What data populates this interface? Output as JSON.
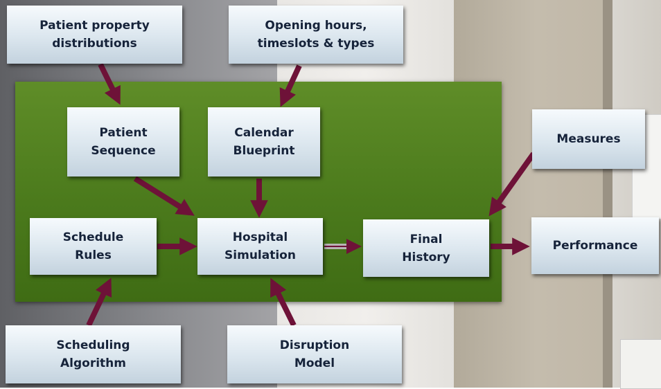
{
  "nodes": {
    "patient_property_distributions": "Patient property\ndistributions",
    "opening_hours": "Opening hours,\ntimeslots & types",
    "patient_sequence": "Patient\nSequence",
    "calendar_blueprint": "Calendar\nBlueprint",
    "measures": "Measures",
    "schedule_rules": "Schedule\nRules",
    "hospital_simulation": "Hospital\nSimulation",
    "final_history": "Final\nHistory",
    "performance": "Performance",
    "scheduling_algorithm": "Scheduling\nAlgorithm",
    "disruption_model": "Disruption\nModel"
  },
  "colors": {
    "arrow": "#6e1238",
    "arrow_light": "#b8b3b6",
    "group_fill": "#4f7d1e",
    "node_text": "#16233a"
  }
}
